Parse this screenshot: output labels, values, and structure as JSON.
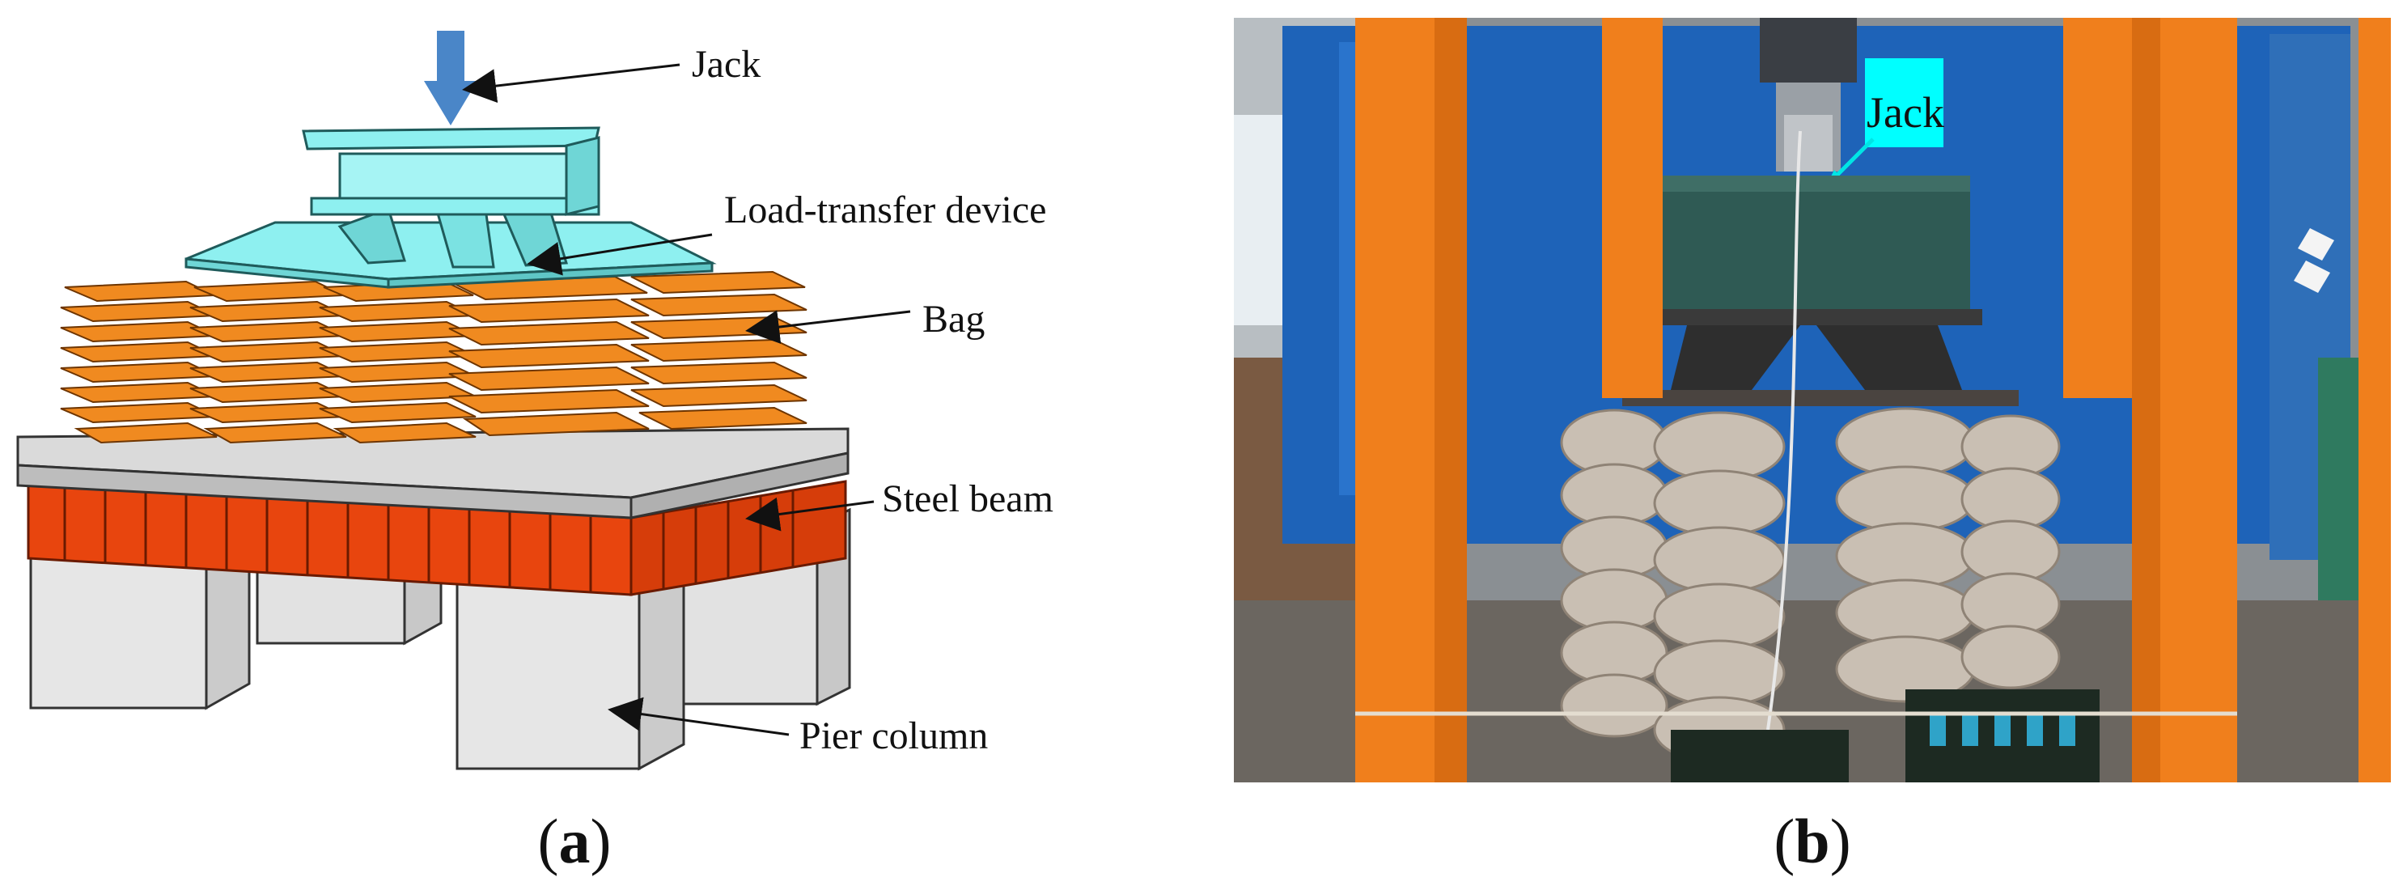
{
  "panel_a": {
    "labels": {
      "jack": "Jack",
      "load_transfer": "Load-transfer device",
      "bag": "Bag",
      "steel_beam": "Steel beam",
      "pier_column": "Pier column"
    }
  },
  "panel_b": {
    "jack_label": "Jack"
  },
  "captions": {
    "a_open": "(",
    "a_letter": "a",
    "a_close": ")",
    "b_open": "(",
    "b_letter": "b",
    "b_close": ")"
  },
  "colors": {
    "jack_arrow": "#4a86c8",
    "load_transfer": "#8ef0f0",
    "bag": "#f08a20",
    "steel_beam": "#e8450e",
    "slab": "#cfcfcf",
    "pier": "#e6e6e6",
    "frame_orange": "#f07f1c",
    "photo_jack_label": "#00ffff"
  }
}
